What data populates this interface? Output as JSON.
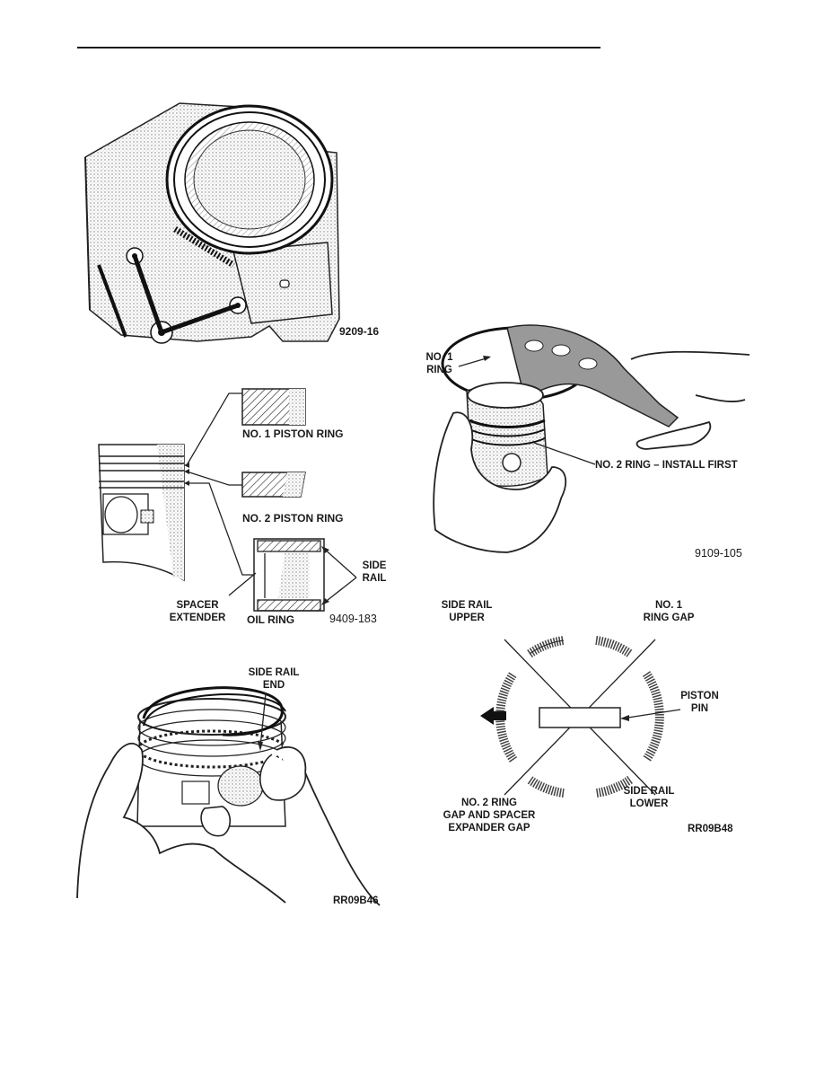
{
  "figures": {
    "compressor": {
      "code": "9209-16"
    },
    "ring_profiles": {
      "code": "9409-183",
      "no1_label": "NO. 1 PISTON RING",
      "no2_label": "NO. 2 PISTON RING",
      "side_rail_line1": "SIDE",
      "side_rail_line2": "RAIL",
      "spacer_line1": "SPACER",
      "spacer_line2": "EXTENDER",
      "oil_ring_label": "OIL RING"
    },
    "side_rail_install": {
      "code": "RR09B46",
      "side_rail_end_line1": "SIDE RAIL",
      "side_rail_end_line2": "END"
    },
    "ring_expander": {
      "code": "9109-105",
      "no1_line1": "NO. 1",
      "no1_line2": "RING",
      "no2_label": "NO. 2 RING – INSTALL FIRST"
    },
    "gap_positions": {
      "code": "RR09B48",
      "side_rail_upper_line1": "SIDE RAIL",
      "side_rail_upper_line2": "UPPER",
      "no1_gap_line1": "NO. 1",
      "no1_gap_line2": "RING GAP",
      "piston_pin_line1": "PISTON",
      "piston_pin_line2": "PIN",
      "side_rail_lower_line1": "SIDE RAIL",
      "side_rail_lower_line2": "LOWER",
      "no2_gap_line1": "NO. 2 RING",
      "no2_gap_line2": "GAP AND SPACER",
      "no2_gap_line3": "EXPANDER GAP"
    }
  }
}
